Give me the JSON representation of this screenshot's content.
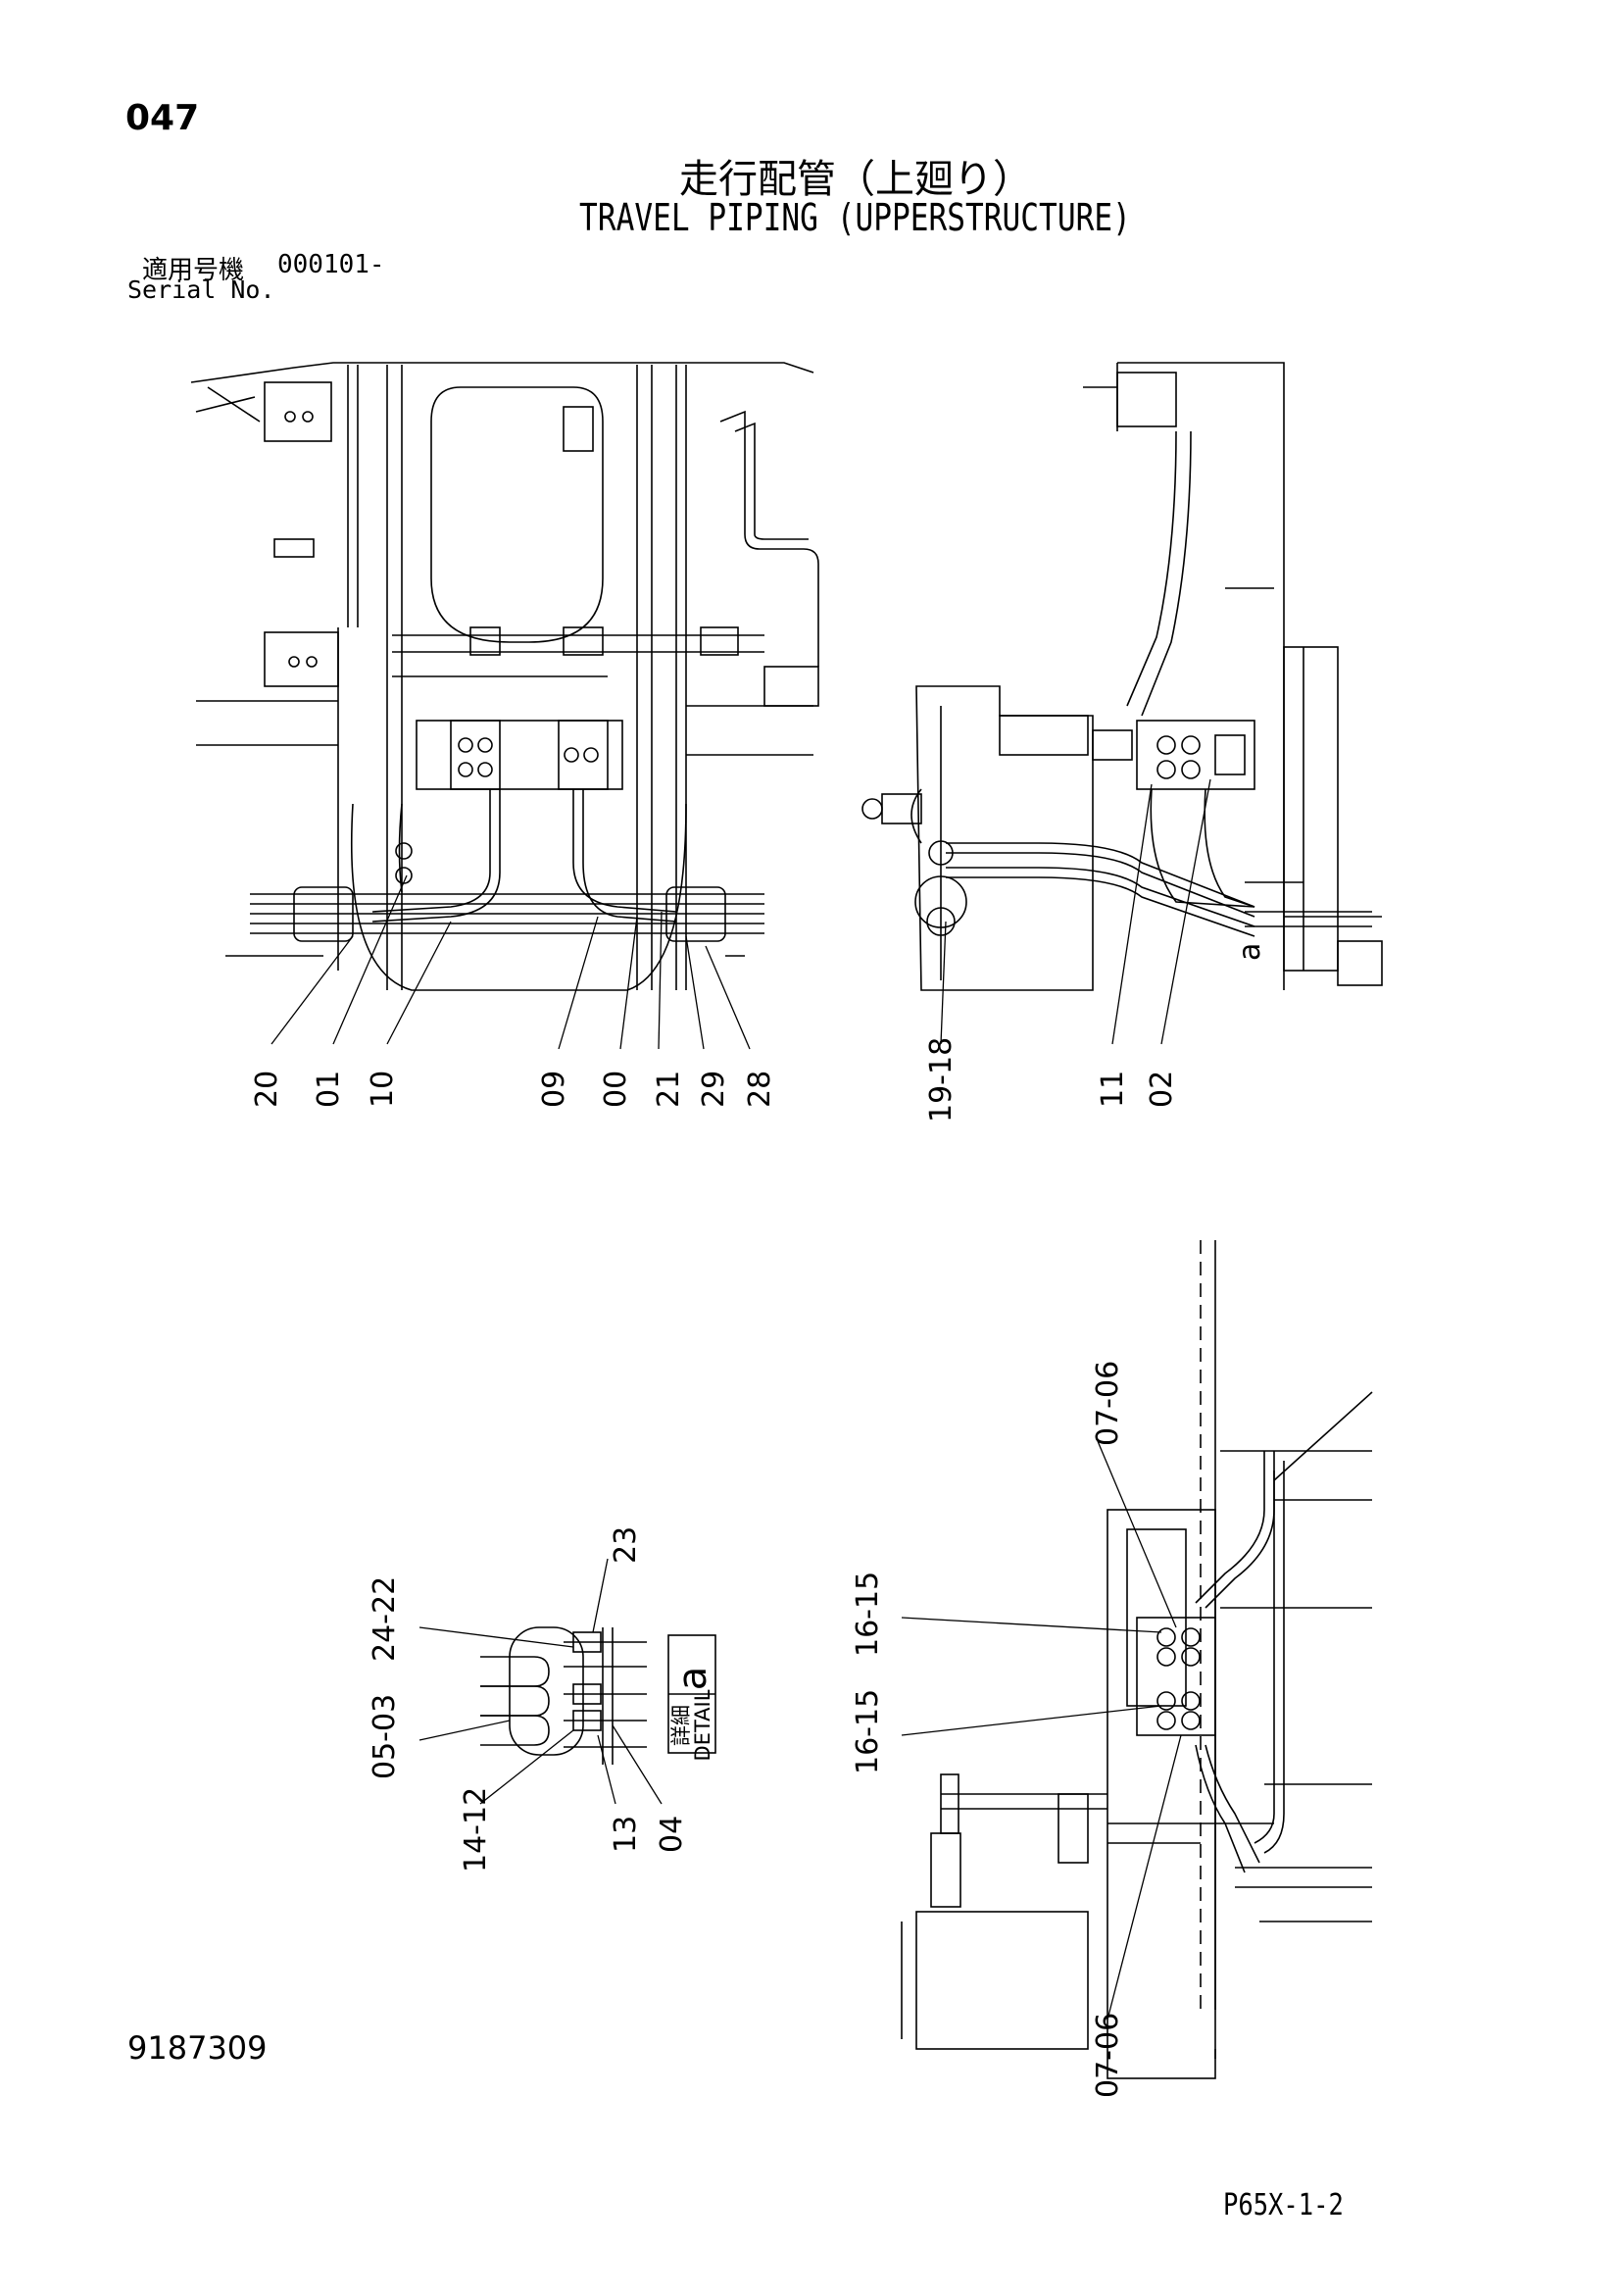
{
  "page": {
    "number": "047",
    "title_jp": "走行配管（上廻り）",
    "title_en": "TRAVEL PIPING (UPPERSTRUCTURE)",
    "serial_label_jp": "適用号機",
    "serial_value": "000101-",
    "serial_label_en": "Serial No.",
    "drawing_number": "9187309",
    "page_code": "P65X-1-2"
  },
  "detail_box": {
    "letter": "a",
    "label_jp": "詳細",
    "label_en": "DETAIL",
    "view_marker": "a"
  },
  "callouts": {
    "top_left": [
      "20",
      "01",
      "10",
      "09",
      "00",
      "21",
      "29",
      "28"
    ],
    "top_right": [
      "19-18",
      "11",
      "02"
    ],
    "detail": [
      "24-22",
      "23",
      "05-03",
      "14-12",
      "13",
      "04"
    ],
    "bottom_right": [
      "07-06",
      "16-15",
      "16-15",
      "07-06"
    ]
  }
}
